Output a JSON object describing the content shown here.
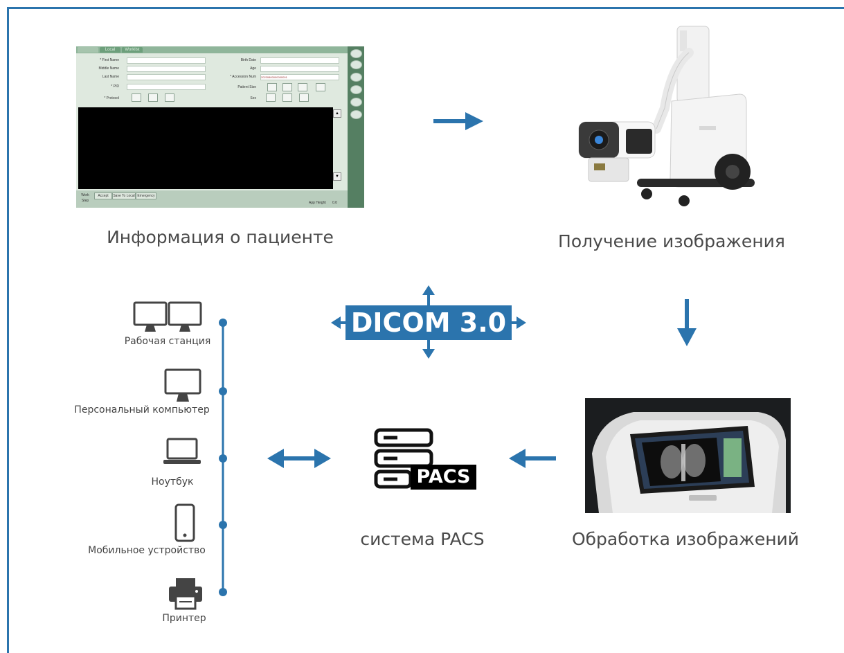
{
  "nodes": {
    "patient_info": "Информация о пациенте",
    "image_acquisition": "Получение изображения",
    "image_processing": "Обработка изображений",
    "pacs_system": "система PACS",
    "dicom": "DICOM 3.0",
    "pacs_tag": "PACS"
  },
  "devices": [
    {
      "label": "Рабочая станция",
      "icon": "dual-monitor-icon"
    },
    {
      "label": "Персональный компьютер",
      "icon": "monitor-icon"
    },
    {
      "label": "Ноутбук",
      "icon": "laptop-icon"
    },
    {
      "label": "Мобильное устройство",
      "icon": "smartphone-icon"
    },
    {
      "label": "Принтер",
      "icon": "printer-icon"
    }
  ],
  "software_screen": {
    "tabs": [
      "",
      "Local",
      "Worklist"
    ],
    "fields_left": [
      "* First Name",
      "Middle Name",
      "Last Name",
      "* PID",
      "* Protocol"
    ],
    "fields_right": [
      "Birth Date",
      "Age",
      "* Accession Num",
      "Patient Size",
      "Sex"
    ],
    "accession_value": "20230800000000001",
    "bottom_buttons": [
      "Work Step",
      "Accept",
      "Save To Local",
      "Emergency"
    ],
    "status_right": [
      "App Height",
      "0.0"
    ]
  },
  "colors": {
    "accent": "#2b74ad",
    "text": "#4a4a4a"
  }
}
